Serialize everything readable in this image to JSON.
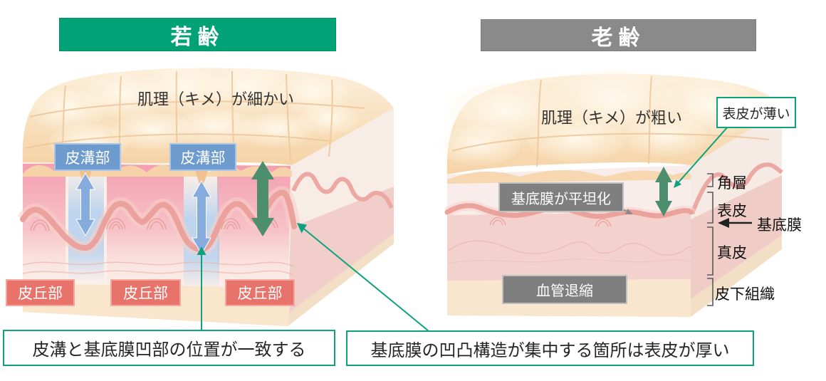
{
  "panels": {
    "young": {
      "header": "若齢",
      "texture_note": "肌理（キメ）が細かい",
      "groove_labels": [
        "皮溝部",
        "皮溝部"
      ],
      "ridge_labels": [
        "皮丘部",
        "皮丘部",
        "皮丘部"
      ],
      "caption": "皮溝と基底膜凹部の位置が一致する"
    },
    "old": {
      "header": "老齢",
      "texture_note": "肌理（キメ）が粗い",
      "thin_epidermis_callout": "表皮が薄い",
      "flat_membrane_label": "基底膜が平坦化",
      "vessel_label": "血管退縮",
      "layer_labels": {
        "stratum_corneum": "角層",
        "epidermis": "表皮",
        "basement_membrane": "基底膜",
        "dermis": "真皮",
        "subcutaneous": "皮下組織"
      }
    },
    "bottom_caption": "基底膜の凹凸構造が集中する箇所は表皮が厚い"
  },
  "colors": {
    "young_header_bg": "#00A276",
    "old_header_bg": "#8A8A8A",
    "groove_tag_bg": "#6D9BCE",
    "ridge_tag_bg": "#E8736B",
    "gray_tag_bg": "#7F7F7F",
    "callout_border": "#0EA17D",
    "double_arrow_green": "#4C8E6D",
    "double_arrow_blue": "#86ACDE",
    "membrane": "#EBA19C",
    "skin_surface": "#F6D5AB"
  }
}
